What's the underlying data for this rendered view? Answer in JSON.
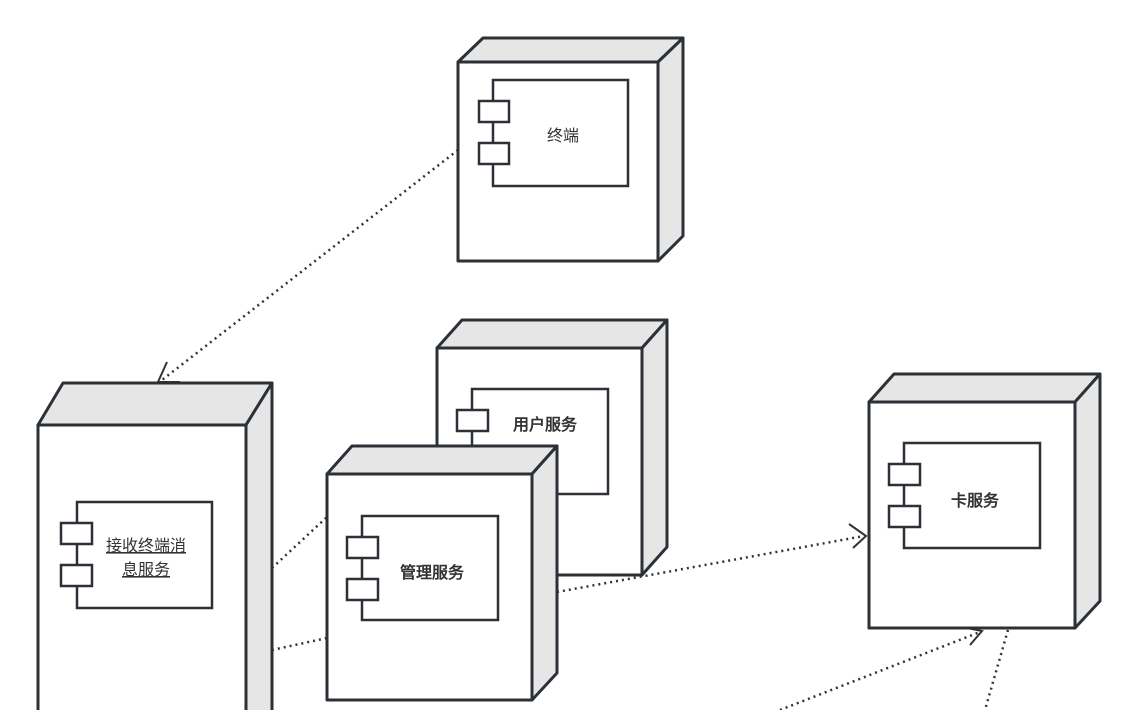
{
  "nodes": {
    "terminal": {
      "label": "终端"
    },
    "receive": {
      "label_line1": "接收终端消",
      "label_line2": "息服务"
    },
    "user": {
      "label": "用户服务"
    },
    "manage": {
      "label": "管理服务"
    },
    "card": {
      "label": "卡服务"
    }
  },
  "colors": {
    "stroke": "#2b3136",
    "side_fill": "#e6e6e6",
    "text": "#333333"
  }
}
